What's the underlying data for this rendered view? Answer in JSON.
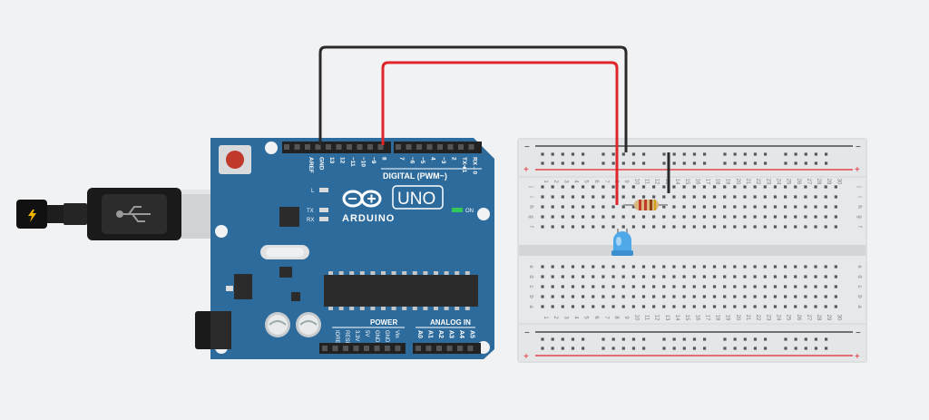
{
  "arduino": {
    "brand": "ARDUINO",
    "model": "UNO",
    "digital_label": "DIGITAL (PWM~)",
    "power_label": "POWER",
    "analog_label": "ANALOG IN",
    "on_label": "ON",
    "led_l": "L",
    "led_tx": "TX",
    "led_rx": "RX",
    "digital_pins": [
      "AREF",
      "GND",
      "13",
      "12",
      "~11",
      "~10",
      "~9",
      "8",
      "7",
      "~6",
      "~5",
      "4",
      "~3",
      "2",
      "TX➜1",
      "RX←0"
    ],
    "power_pins": [
      "IOREF",
      "RESET",
      "3.3V",
      "5V",
      "GND",
      "GND",
      "Vin"
    ],
    "analog_pins": [
      "A0",
      "A1",
      "A2",
      "A3",
      "A4",
      "A5"
    ]
  },
  "breadboard": {
    "rail_minus": "−",
    "rail_plus": "+",
    "rows_top": [
      "j",
      "i",
      "h",
      "g",
      "f"
    ],
    "rows_bottom": [
      "e",
      "d",
      "c",
      "b",
      "a"
    ],
    "columns": [
      "1",
      "2",
      "3",
      "4",
      "5",
      "6",
      "7",
      "8",
      "9",
      "10",
      "11",
      "12",
      "13",
      "14",
      "15",
      "16",
      "17",
      "18",
      "19",
      "20",
      "21",
      "22",
      "23",
      "24",
      "25",
      "26",
      "27",
      "28",
      "29",
      "30"
    ]
  },
  "colors": {
    "board": "#2d6b9c",
    "wire_red": "#e0252b",
    "wire_black": "#2a2a2a",
    "led": "#4fa9e8"
  }
}
